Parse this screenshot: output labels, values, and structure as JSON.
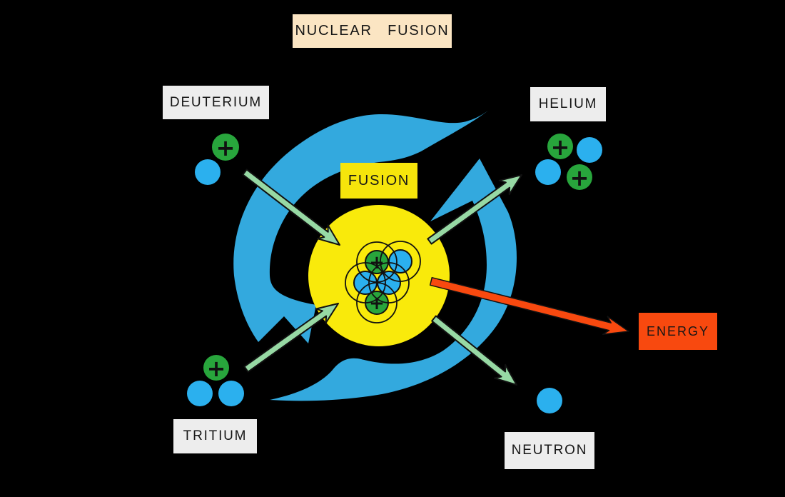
{
  "diagram": {
    "title": "NUCLEAR FUSION",
    "process_label": "FUSION",
    "energy_label": "ENERGY",
    "reactants": [
      {
        "id": "deuterium",
        "label": "DEUTERIUM",
        "protons": 1,
        "neutrons": 1
      },
      {
        "id": "tritium",
        "label": "TRITIUM",
        "protons": 1,
        "neutrons": 2
      }
    ],
    "products": [
      {
        "id": "helium",
        "label": "HELIUM",
        "protons": 2,
        "neutrons": 2
      },
      {
        "id": "neutron",
        "label": "NEUTRON",
        "protons": 0,
        "neutrons": 1
      }
    ],
    "fusing_nucleus": {
      "protons": 2,
      "neutrons": 3
    }
  },
  "particles": {
    "proton_symbol": "+"
  },
  "colors": {
    "background": "#000000",
    "text": "#161616",
    "label_box": "#EDEDED",
    "title_box": "#FBE5C3",
    "fusion_box": "#F6E50B",
    "energy_box": "#F8490F",
    "proton": "#28A53C",
    "neutron": "#2BB0EE",
    "swirl": "#33A9DE",
    "core": "#F9EA0B",
    "arrow_green": "#97D9A4",
    "arrow_red": "#F8490F"
  }
}
